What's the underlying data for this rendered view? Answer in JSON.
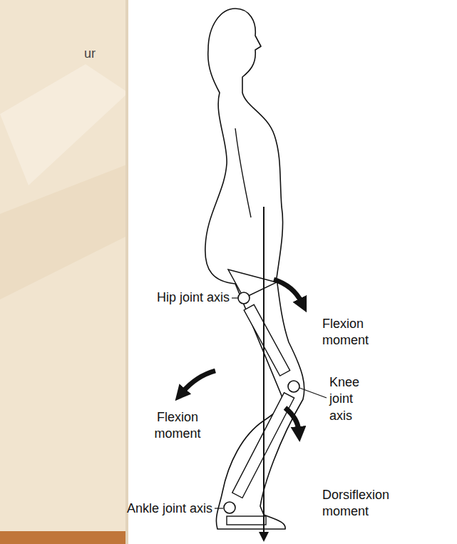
{
  "diagram": {
    "labels": [
      "ur",
      "Hip joint axis",
      "Flexion moment",
      "Flexion moment",
      "Knee joint axis",
      "Dorsiflexion moment",
      "Ankle joint axis"
    ]
  }
}
